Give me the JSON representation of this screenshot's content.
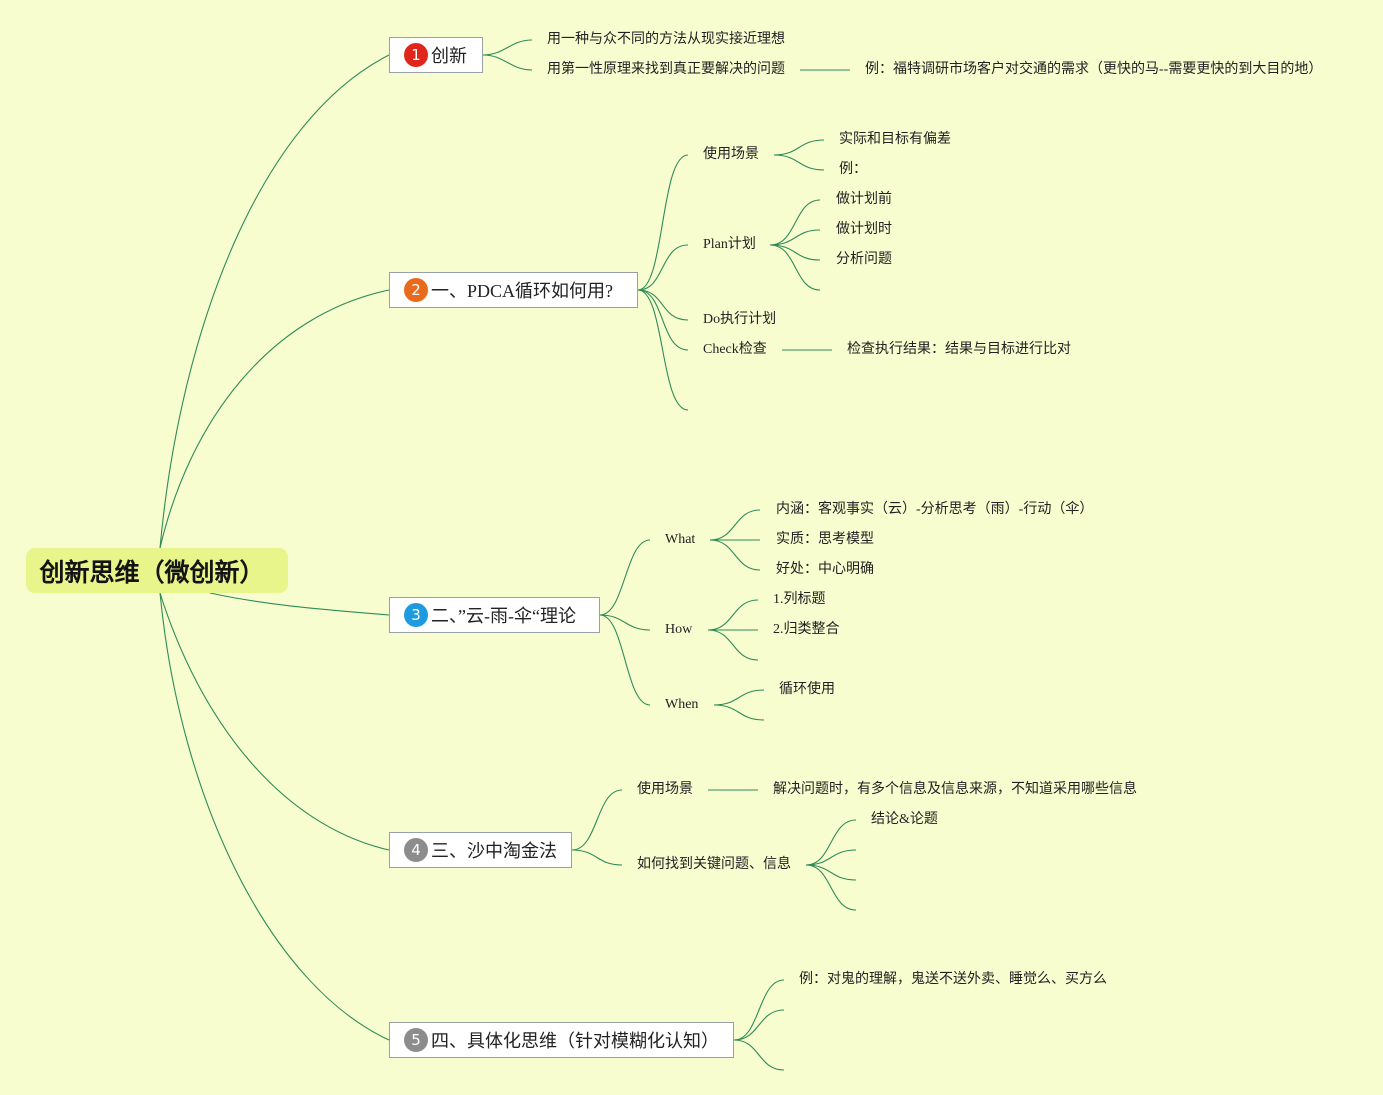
{
  "root": {
    "label": "创新思维（微创新）"
  },
  "branches": [
    {
      "number": "1",
      "badge_color": "#e0251b",
      "label": "创新",
      "children": [
        {
          "label": "用一种与众不同的方法从现实接近理想"
        },
        {
          "label": "用第一性原理来找到真正要解决的问题",
          "note": "例：福特调研市场客户对交通的需求（更快的马--需要更快的到大目的地）"
        }
      ]
    },
    {
      "number": "2",
      "badge_color": "#ea6a1c",
      "label": "一、PDCA循环如何用?",
      "children": [
        {
          "label": "使用场景",
          "children": [
            "实际和目标有偏差",
            "例："
          ]
        },
        {
          "label": "Plan计划",
          "children": [
            "做计划前",
            "做计划时",
            "分析问题",
            ""
          ]
        },
        {
          "label": "Do执行计划"
        },
        {
          "label": "Check检查",
          "note": "检查执行结果：结果与目标进行比对"
        },
        {
          "label": ""
        }
      ]
    },
    {
      "number": "3",
      "badge_color": "#1e9be0",
      "label": "二、”云-雨-伞“理论",
      "children": [
        {
          "label": "What",
          "children": [
            "内涵：客观事实（云）-分析思考（雨）-行动（伞）",
            "实质：思考模型",
            "好处：中心明确"
          ]
        },
        {
          "label": "How",
          "children": [
            "1.列标题",
            "2.归类整合",
            ""
          ]
        },
        {
          "label": "When",
          "children": [
            "循环使用",
            ""
          ]
        }
      ]
    },
    {
      "number": "4",
      "badge_color": "#8c8c8c",
      "label": "三、沙中淘金法",
      "children": [
        {
          "label": "使用场景",
          "note": "解决问题时，有多个信息及信息来源，不知道采用哪些信息"
        },
        {
          "label": "如何找到关键问题、信息",
          "children": [
            "结论&论题",
            "",
            "",
            ""
          ]
        }
      ]
    },
    {
      "number": "5",
      "badge_color": "#8c8c8c",
      "label": "四、具体化思维（针对模糊化认知）",
      "children": [
        {
          "label": "例：对鬼的理解，鬼送不送外卖、睡觉么、买方么"
        },
        {
          "label": ""
        },
        {
          "label": ""
        }
      ]
    }
  ]
}
